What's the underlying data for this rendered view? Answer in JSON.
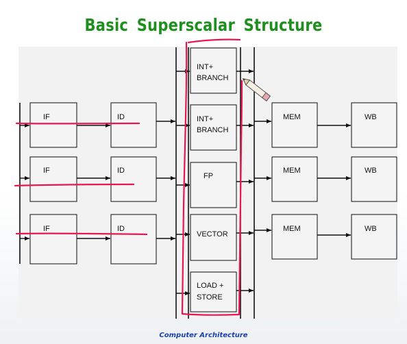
{
  "title": "Basic Superscalar Structure",
  "footer": "Computer Architecture",
  "stages": {
    "if_label": "IF",
    "id_label": "ID",
    "mem_label": "MEM",
    "wb_label": "WB",
    "exec_units": [
      [
        "INT+",
        "BRANCH"
      ],
      [
        "INT+",
        "BRANCH"
      ],
      [
        "FP"
      ],
      [
        "VECTOR"
      ],
      [
        "LOAD +",
        "STORE"
      ]
    ]
  },
  "colors": {
    "title": "#1f8f1f",
    "footer": "#1a3fae",
    "annotation_ink": "#e8174f"
  },
  "icons": [
    "pencil-icon"
  ]
}
